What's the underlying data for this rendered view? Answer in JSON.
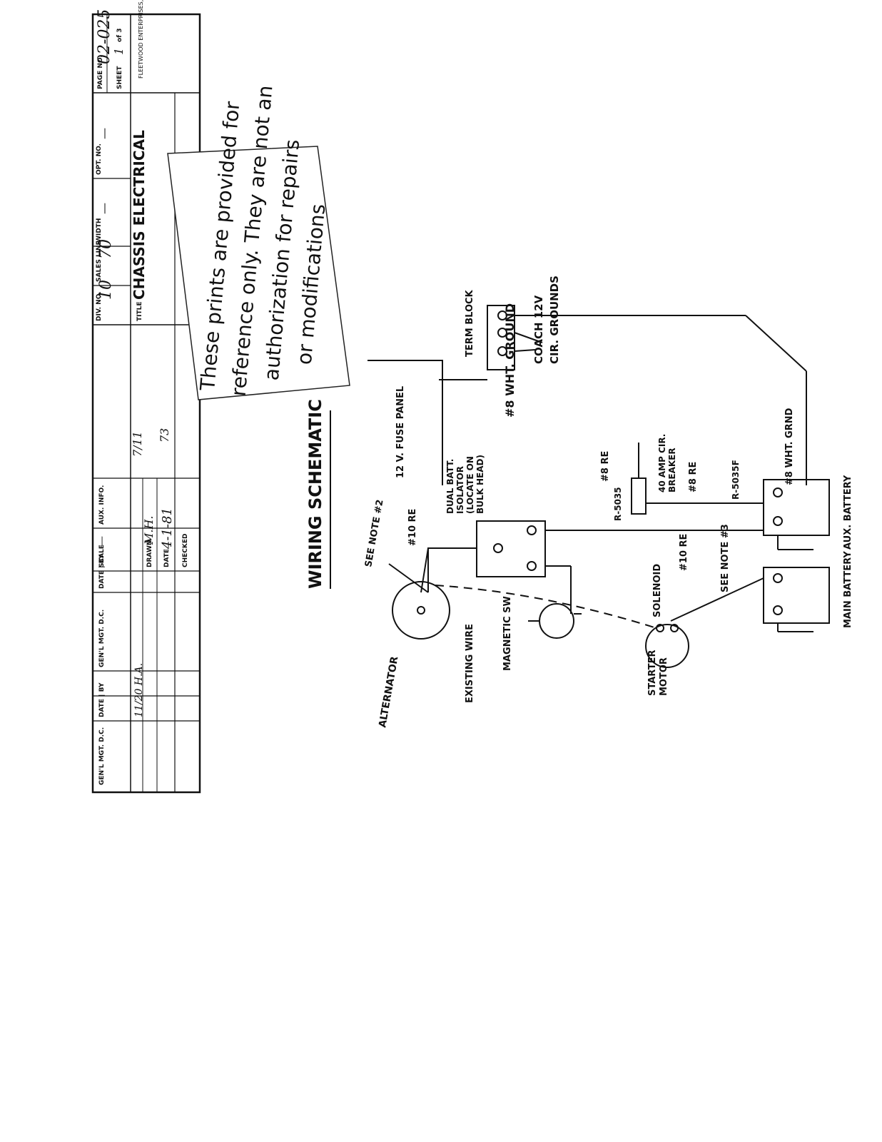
{
  "title_block": {
    "div_no_label": "DIV. NO.",
    "div_no_value": "10",
    "sales_line_label": "SALES LINE",
    "sales_line_value": "70",
    "width_label": "WIDTH",
    "width_value": "—",
    "opt_no_label": "OPT. NO.",
    "opt_no_value": "—",
    "page_no_label": "PAGE NO.",
    "page_no_value": "02-025",
    "title_label": "TITLE",
    "title_value": "CHASSIS ELECTRICAL",
    "sheet_label": "SHEET",
    "sheet_value": "1",
    "sheet_of_value": "of 3",
    "company": "FLEETWOOD ENTERPRISES, INC.",
    "aux_info_label": "AUX. INFO.",
    "aux_info_value_1": "7/11",
    "aux_info_value_2": "73",
    "scale_label": "SCALE",
    "scale_value": "—",
    "drawn_label": "DRAWN",
    "drawn_value": "M.H.",
    "date_label": "DATE",
    "date_value": "4-1-81",
    "checked_label": "CHECKED",
    "col_date_by_1": "DATE | BY",
    "col_genl_mgr_dc_1": "GEN'L MGT. D.C.",
    "col_date_by_2": "DATE | BY",
    "col_genl_mgr_dc_2": "GEN'L MGT. D.C.",
    "rev_entry": "11/20 H.A."
  },
  "disclaimer": {
    "line1": "These prints are provided for",
    "line2": "reference only. They are not an",
    "line3": "authorization for repairs",
    "line4": "or modifications"
  },
  "schematic": {
    "heading": "WIRING SCHEMATIC",
    "fuse_panel": "12 V. FUSE PANEL",
    "term_block": "TERM BLOCK",
    "coach_12v": "COACH 12V",
    "cir_grounds": "CIR. GROUNDS",
    "wht_ground": "#8 WHT. GROUND",
    "isolator_1": "DUAL BATT.",
    "isolator_2": "ISOLATOR",
    "isolator_3": "(LOCATE ON",
    "isolator_4": "BULK HEAD)",
    "breaker_1": "40 AMP CIR.",
    "breaker_2": "BREAKER",
    "r8_a": "#8 RE",
    "r8_b": "#8 RE",
    "r5035_a": "R-5035",
    "r5035_b": "R-5035F",
    "wht_gnd_2": "#8 WHT. GRND",
    "aux_battery": "AUX. BATTERY",
    "main_battery": "MAIN BATTERY",
    "see_note_2": "SEE NOTE #2",
    "see_note_3": "SEE NOTE #3",
    "r10_a": "#10 RE",
    "r10_b": "#10 RE",
    "alternator": "ALTERNATOR",
    "existing_wire": "EXISTING WIRE",
    "magnetic_sw": "MAGNETIC SW",
    "solenoid": "SOLENOID",
    "starter_1": "STARTER",
    "starter_2": "MOTOR"
  }
}
